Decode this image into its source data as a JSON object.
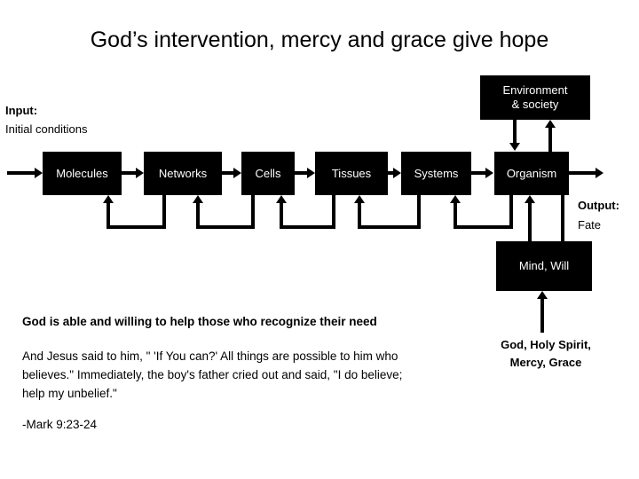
{
  "slide": {
    "title": "God’s intervention, mercy and grace give hope",
    "background_color": "#ffffff",
    "box_fill_color": "#000000",
    "box_text_color": "#ffffff",
    "text_color": "#000000"
  },
  "diagram": {
    "input_label_bold": "Input:",
    "input_label_detail": "Initial conditions",
    "output_label_bold": "Output:",
    "output_label_detail": "Fate",
    "chain": [
      {
        "label": "Molecules"
      },
      {
        "label": "Networks"
      },
      {
        "label": "Cells"
      },
      {
        "label": "Tissues"
      },
      {
        "label": "Systems"
      },
      {
        "label": "Organism"
      }
    ],
    "environment_box": "Environment\n& society",
    "environment_box_line1": "Environment",
    "environment_box_line2": "& society",
    "mind_box": "Mind, Will"
  },
  "body": {
    "heading": "God is able and willing to help those who recognize their need",
    "quote_line1": "And Jesus said to him, \" 'If You can?' All things are possible to him who",
    "quote_line2": "believes.\" Immediately, the boy's father cried out and said, \"I do believe;",
    "quote_line3": "help my unbelief.\"",
    "citation": "-Mark 9:23-24"
  },
  "source_note": {
    "line1": "God, Holy Spirit,",
    "line2": "Mercy, Grace"
  }
}
